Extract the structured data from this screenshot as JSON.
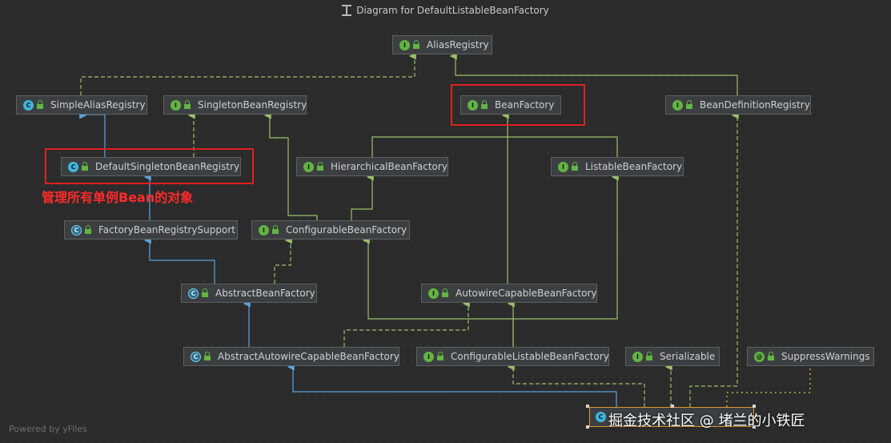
{
  "title": "Diagram for DefaultListableBeanFactory",
  "footer": "Powered by yFiles",
  "note": "管理所有单例Bean的对象",
  "watermark": "掘金技术社区 @ 堵兰的小铁匠",
  "nodes": {
    "alias_registry": {
      "label": "AliasRegistry",
      "kind": "I"
    },
    "simple_alias_registry": {
      "label": "SimpleAliasRegistry",
      "kind": "C"
    },
    "singleton_bean_registry": {
      "label": "SingletonBeanRegistry",
      "kind": "I"
    },
    "bean_factory": {
      "label": "BeanFactory",
      "kind": "I"
    },
    "bean_definition_registry": {
      "label": "BeanDefinitionRegistry",
      "kind": "I"
    },
    "default_singleton_bean_registry": {
      "label": "DefaultSingletonBeanRegistry",
      "kind": "C"
    },
    "hierarchical_bean_factory": {
      "label": "HierarchicalBeanFactory",
      "kind": "I"
    },
    "listable_bean_factory": {
      "label": "ListableBeanFactory",
      "kind": "I"
    },
    "factory_bean_registry_support": {
      "label": "FactoryBeanRegistrySupport",
      "kind": "C"
    },
    "configurable_bean_factory": {
      "label": "ConfigurableBeanFactory",
      "kind": "I"
    },
    "abstract_bean_factory": {
      "label": "AbstractBeanFactory",
      "kind": "C"
    },
    "autowire_capable_bean_factory": {
      "label": "AutowireCapableBeanFactory",
      "kind": "I"
    },
    "abstract_autowire_capable_bean_factory": {
      "label": "AbstractAutowireCapableBeanFactory",
      "kind": "C"
    },
    "configurable_listable_bean_factory": {
      "label": "ConfigurableListableBeanFactory",
      "kind": "I"
    },
    "serializable": {
      "label": "Serializable",
      "kind": "I"
    },
    "suppress_warnings": {
      "label": "SuppressWarnings",
      "kind": "@"
    }
  },
  "colors": {
    "background": "#2b2b2b",
    "interface_edge": "#9bbf6a",
    "class_edge": "#5aa5e0",
    "highlight": "#e02020",
    "note": "#ff2a2a"
  }
}
